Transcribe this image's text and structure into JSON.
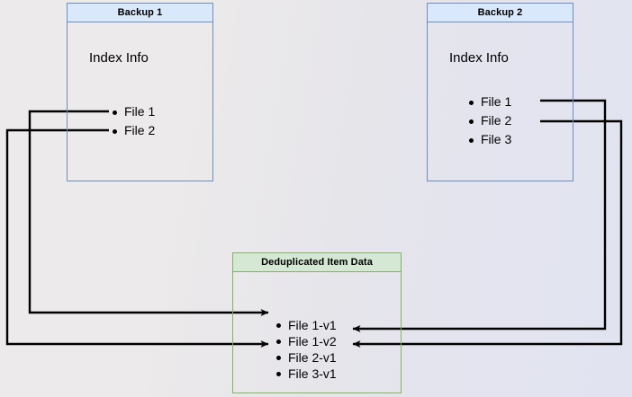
{
  "diagram": {
    "title_semantic": "backup-deduplication-diagram",
    "background_color": "#eceaea",
    "accent_blue_fill": "#dae8fc",
    "accent_blue_stroke": "#6c8ebf",
    "accent_green_fill": "#d5e8d4",
    "accent_green_stroke": "#82b366",
    "connector_color": "#000000"
  },
  "backup1": {
    "header": "Backup 1",
    "index_label": "Index Info",
    "files": [
      {
        "label": "File 1"
      },
      {
        "label": "File 2"
      }
    ]
  },
  "backup2": {
    "header": "Backup 2",
    "index_label": "Index Info",
    "files": [
      {
        "label": "File 1"
      },
      {
        "label": "File 2"
      },
      {
        "label": "File 3"
      }
    ]
  },
  "dedup": {
    "header": "Deduplicated Item Data",
    "items": [
      {
        "label": "File 1-v1"
      },
      {
        "label": "File 1-v2"
      },
      {
        "label": "File 2-v1"
      },
      {
        "label": "File 3-v1"
      }
    ]
  },
  "connectors": [
    {
      "name": "backup1-file1-to-file1v1",
      "from": "Backup 1 / File 1",
      "to": "Deduplicated Item Data / File 1-v1",
      "route": "left"
    },
    {
      "name": "backup1-file2-to-file2v1",
      "from": "Backup 1 / File 2",
      "to": "Deduplicated Item Data / File 2-v1",
      "route": "left"
    },
    {
      "name": "backup2-file1-to-file1v2",
      "from": "Backup 2 / File 1",
      "to": "Deduplicated Item Data / File 1-v2",
      "route": "right"
    },
    {
      "name": "backup2-file2-to-file2v1",
      "from": "Backup 2 / File 2",
      "to": "Deduplicated Item Data / File 2-v1",
      "route": "right"
    }
  ]
}
